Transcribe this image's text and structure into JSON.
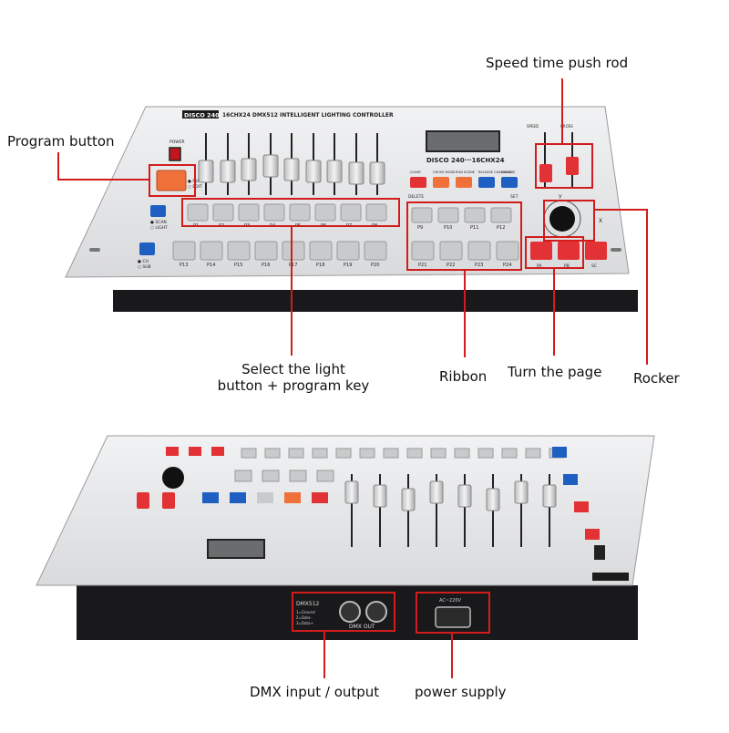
{
  "callouts": {
    "speed_time_push_rod": "Speed time push rod",
    "program_button": "Program button",
    "select_light_line1": "Select the light",
    "select_light_line2": "button + program key",
    "ribbon": "Ribbon",
    "turn_the_page": "Turn the page",
    "rocker": "Rocker",
    "dmx_io": "DMX input / output",
    "power_supply": "power supply"
  },
  "top_unit": {
    "model_badge": "DISCO 240",
    "model_title": "16CHX24 DMX512 INTELLIGENT LIGHTING CONTROLLER",
    "display_label": "DISCO 240···16CHX24",
    "power_label": "POWER",
    "run_label": "● RUN",
    "edit_label": "○ EDIT",
    "scan_label": "● SCAN",
    "light_label": "○ LIGHT",
    "ch_label": "● CH",
    "sub_label": "○ SUB",
    "row1_keys": [
      "P1",
      "P2",
      "P3",
      "P4",
      "P5",
      "P6",
      "P7",
      "P8"
    ],
    "row2_keys": [
      "P13",
      "P14",
      "P15",
      "P16",
      "P17",
      "P18",
      "P19",
      "P20"
    ],
    "right_row1_keys": [
      "P9",
      "P10",
      "P11",
      "P12"
    ],
    "right_row2_keys": [
      "P21",
      "P22",
      "P23",
      "P24"
    ],
    "function_keys": [
      "CLEAR",
      "CROSS MODE",
      "RUN SCENE",
      "RELEASE CHANNELS",
      "CHANGE"
    ],
    "delete_label": "DELETE",
    "set_label": "SET",
    "speed_label": "SPEED",
    "cross_label": "CROSS",
    "axis_y": "Y",
    "axis_x": "X",
    "page_keys": [
      "PA",
      "PB",
      "SC"
    ]
  },
  "bottom_unit": {
    "dmx_label": "DMX512",
    "dmx_out_label": "DMX OUT",
    "pin_labels": [
      "1=Ground",
      "2=Data-",
      "3=Data+"
    ],
    "voltage_label": "AC~220V"
  },
  "colors": {
    "highlight": "#d21c1c",
    "panel": "#e3e4e6",
    "chassis": "#1a1a1c",
    "red_key": "#e33236",
    "orange_key": "#f0703a",
    "blue_key": "#1f5fc2",
    "grey_key": "#c9cacc"
  }
}
